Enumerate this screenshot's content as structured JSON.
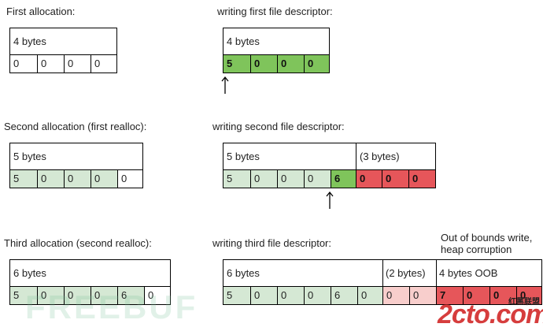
{
  "first_allocation": {
    "title": "First allocation:",
    "label": "4 bytes",
    "cells": [
      "0",
      "0",
      "0",
      "0"
    ]
  },
  "writing_first": {
    "title": "writing first file descriptor:",
    "label": "4 bytes",
    "cells": [
      "5",
      "0",
      "0",
      "0"
    ]
  },
  "second_allocation": {
    "title": "Second allocation (first realloc):",
    "label": "5 bytes",
    "cells": [
      "5",
      "0",
      "0",
      "0",
      "0"
    ]
  },
  "writing_second": {
    "title": "writing second file descriptor:",
    "label": "5 bytes",
    "extra_label": "(3 bytes)",
    "cells": [
      "5",
      "0",
      "0",
      "0",
      "6",
      "0",
      "0",
      "0"
    ]
  },
  "third_allocation": {
    "title": "Third allocation (second realloc):",
    "label": "6 bytes",
    "cells": [
      "5",
      "0",
      "0",
      "0",
      "6",
      "0"
    ]
  },
  "writing_third": {
    "title": "writing third file descriptor:",
    "label": "6 bytes",
    "extra_label": "(2 bytes)",
    "oob_label": "4 bytes OOB",
    "cells": [
      "5",
      "0",
      "0",
      "0",
      "6",
      "0",
      "0",
      "0",
      "7",
      "0",
      "0",
      "0"
    ]
  },
  "oob_note": "Out of bounds write, heap corruption",
  "watermarks": {
    "freebuf": "FREEBUF",
    "site": "2cto.com",
    "site_cn": "红黑联盟"
  },
  "colors": {
    "light_green": "#d5e8d4",
    "green": "#7fc45b",
    "red": "#e6565a",
    "pink": "#f8cecc"
  }
}
